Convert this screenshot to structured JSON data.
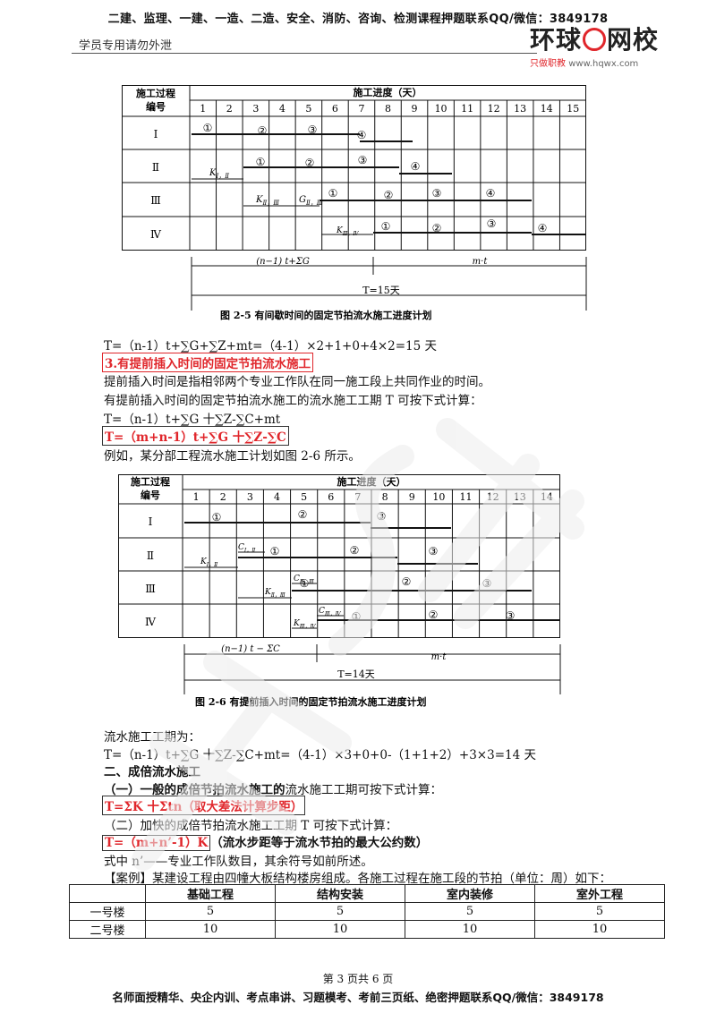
{
  "header": {
    "top_ad": "二建、监理、一建、一造、二造、安全、消防、咨询、检测课程押题联系QQ/微信：3849178",
    "left_note": "学员专用请勿外泄",
    "logo_prefix": "环球",
    "logo_suffix": "网校",
    "logo_tagline_a": "只做职教",
    "logo_tagline_b": "www.hqwx.com"
  },
  "figure1": {
    "col_header_1": "施工过程",
    "col_header_2": "编号",
    "progress_header": "施工进度（天）",
    "days": [
      "1",
      "2",
      "3",
      "4",
      "5",
      "6",
      "7",
      "8",
      "9",
      "10",
      "11",
      "12",
      "13",
      "14",
      "15"
    ],
    "rows": [
      "Ⅰ",
      "Ⅱ",
      "Ⅲ",
      "Ⅳ"
    ],
    "k12": "K",
    "k12_sub": "Ⅰ，Ⅱ",
    "k23": "K",
    "k23_sub": "Ⅱ，Ⅲ",
    "g23": "G",
    "g23_sub": "Ⅱ，Ⅲ",
    "k34": "K",
    "k34_sub": "Ⅲ，Ⅳ",
    "dim_left": "(n−1) t+ΣG",
    "dim_right": "m·t",
    "dim_total": "T=15天",
    "caption": "图 2-5    有间歇时间的固定节拍流水施工进度计划"
  },
  "figure2": {
    "col_header_1": "施工过程",
    "col_header_2": "编号",
    "progress_header": "施工进度（天）",
    "days": [
      "1",
      "2",
      "3",
      "4",
      "5",
      "6",
      "7",
      "8",
      "9",
      "10",
      "11",
      "12",
      "13",
      "14"
    ],
    "rows": [
      "Ⅰ",
      "Ⅱ",
      "Ⅲ",
      "Ⅳ"
    ],
    "k12": "K",
    "k12_sub": "Ⅰ，Ⅱ",
    "c12": "C",
    "c12_sub": "Ⅰ，Ⅱ",
    "k23": "K",
    "k23_sub": "Ⅱ，Ⅲ",
    "c23": "C",
    "c23_sub": "Ⅱ，Ⅲ",
    "k34": "K",
    "k34_sub": "Ⅲ，Ⅳ",
    "c34": "C",
    "c34_sub": "Ⅲ，Ⅳ",
    "dim_left": "(n−1) t − ΣC",
    "dim_right": "m·t",
    "dim_total": "T=14天",
    "caption": "图 2-6    有提前插入时间的固定节拍流水施工进度计划"
  },
  "body": {
    "formula1": "T=（n-1）t+∑G+∑Z+mt=（4-1）×2+1+0+4×2=15 天",
    "section3_title": "3.有提前插入时间的固定节拍流水施工",
    "p1": "提前插入时间是指相邻两个专业工作队在同一施工段上共同作业的时间。",
    "p2": "有提前插入时间的固定节拍流水施工的流水施工工期 T 可按下式计算：",
    "formula2": "T=（n-1）t+∑G 十∑Z-∑C+mt",
    "formula3": "T=（m+n-1）t+∑G 十∑Z-∑C",
    "p3": "例如，某分部工程流水施工计划如图 2-6 所示。",
    "p4": "流水施工工期为：",
    "formula4": "T=（n-1）t+∑G 十∑Z-∑C+mt=（4-1）×3+0+0-（1+1+2）+3×3=14 天",
    "section_two": "二、成倍流水施工",
    "sub1_bold": "（一）一般的成倍节拍流水施工的",
    "sub1_rest": "流水施工工期可按下式计算：",
    "formula5": "T=ΣK 十Σtn（取大差法计算步距）",
    "sub2": "（二）加快的成倍节拍流水施工工期 T 可按下式计算：",
    "formula6": "T=（m+n’-1）K",
    "formula6_note": "（流水步距等于流水节拍的最大公约数）",
    "p5": "式中 n’——专业工作队数目，其余符号如前所述。",
    "p6": "【案例】某建设工程由四幢大板结构楼房组成。各施工过程在施工段的节拍（单位：周）如下："
  },
  "table": {
    "headers": [
      "",
      "基础工程",
      "结构安装",
      "室内装修",
      "室外工程"
    ],
    "rows": [
      [
        "一号楼",
        "5",
        "5",
        "5",
        "5"
      ],
      [
        "二号楼",
        "10",
        "10",
        "10",
        "10"
      ]
    ]
  },
  "footer": {
    "page": "第 3 页共 6 页",
    "ad": "名师面授精华、央企内训、考点串讲、习题模考、考前三页纸、绝密押题联系QQ/微信：3849178"
  }
}
